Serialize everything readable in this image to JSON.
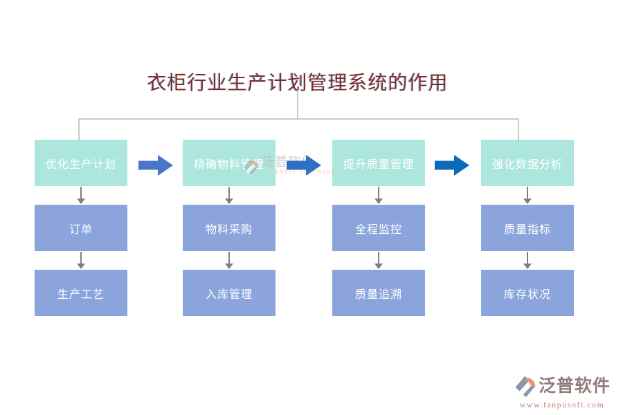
{
  "title": "衣柜行业生产计划管理系统的作用",
  "columns": [
    {
      "header": "优化生产计划",
      "items": [
        "订单",
        "生产工艺"
      ]
    },
    {
      "header": "精确物料管理",
      "items": [
        "物料采购",
        "入库管理"
      ]
    },
    {
      "header": "提升质量管理",
      "items": [
        "全程监控",
        "质量追溯"
      ]
    },
    {
      "header": "强化数据分析",
      "items": [
        "质量指标",
        "库存状况"
      ]
    }
  ],
  "arrows": {
    "between_headers": [
      "#4a76ca",
      "#2e70c3",
      "#0c6bb8"
    ],
    "vertical_color": "#7f7f7f",
    "connector_color": "#b5b5b5"
  },
  "colors": {
    "header_box": "#ace6dc",
    "item_box": "#8ba5dc",
    "box_text": "#ffffff",
    "title_text": "#772f2a"
  },
  "watermark": {
    "brand": "泛普软件",
    "brand_en": "FANPU SOFTWARE"
  },
  "footer": {
    "brand": "泛普软件",
    "url": "www.fanpusoft.com"
  }
}
